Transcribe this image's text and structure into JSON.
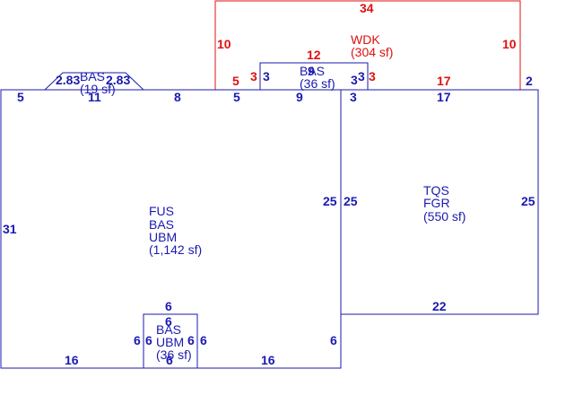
{
  "colors": {
    "main": "#1a1ab0",
    "deck": "#e01010"
  },
  "areas": {
    "main": {
      "l1": "FUS",
      "l2": "BAS",
      "l3": "UBM",
      "l4": "(1,142 sf)"
    },
    "garage": {
      "l1": "TQS",
      "l2": "FGR",
      "l3": "(550 sf)"
    },
    "deck": {
      "l1": "WDK",
      "l2": "(304 sf)"
    },
    "bay_top": {
      "l1": "BAS",
      "l2": "(36 sf)"
    },
    "bay_bottom": {
      "l1": "BAS",
      "l2": "UBM",
      "l3": "(36 sf)"
    },
    "bump": {
      "l1": "BAS",
      "l2": "(19 sf)"
    }
  },
  "dims": {
    "main_left": "31",
    "main_top_left": "5",
    "main_top_mid": "8",
    "main_top_r": "5",
    "main_top_11": "11",
    "main_right": "25",
    "main_right_low": "6",
    "main_bottom_left": "16",
    "main_bottom_right": "16",
    "bump_left": "2.83",
    "bump_right": "2.83",
    "bay_top_top": "12",
    "bay_top_top2": "9",
    "bay_top_bottom": "9",
    "bay_top_left": "3",
    "bay_top_right": "3",
    "bay_top_right2": "3",
    "bay_bottom_top": "6",
    "bay_bottom_top2": "6",
    "bay_bottom_bottom": "6",
    "bay_bottom_l1": "6",
    "bay_bottom_l2": "6",
    "bay_bottom_r": "6",
    "garage_top": "17",
    "garage_top_r": "17",
    "garage_left": "25",
    "garage_right": "25",
    "garage_bottom": "22",
    "garage_right_top": "2",
    "garage_left_top": "3",
    "deck_top": "34",
    "deck_left": "10",
    "deck_right": "10",
    "deck_red_5": "5",
    "deck_red_3l": "3",
    "deck_red_3r": "3",
    "deck_red_12": "12"
  }
}
